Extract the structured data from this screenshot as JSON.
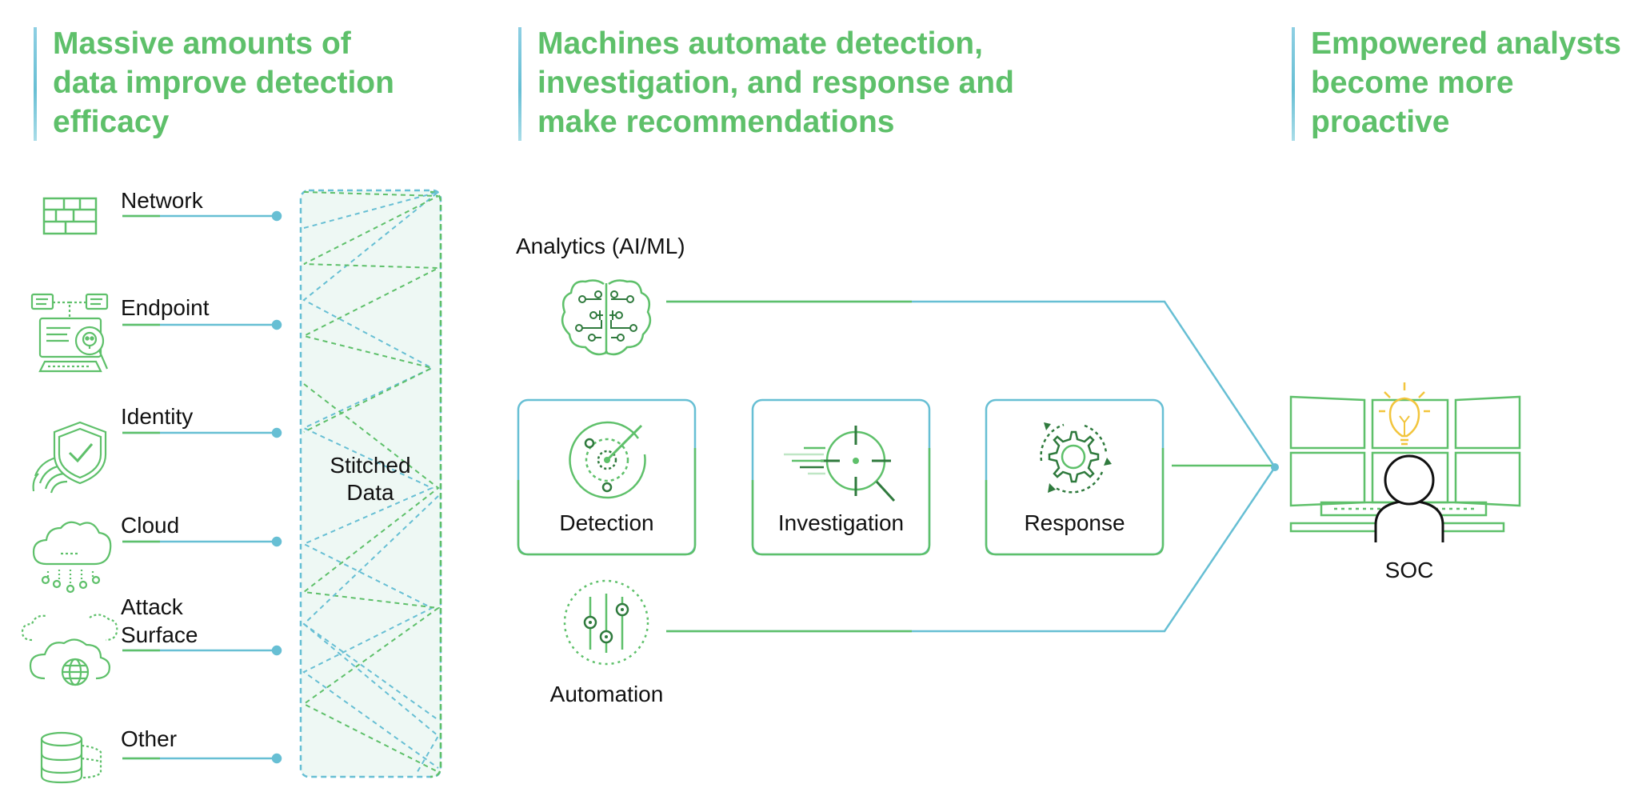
{
  "headers": [
    {
      "lines": [
        "Massive amounts of",
        "data improve detection",
        "efficacy"
      ]
    },
    {
      "lines": [
        "Machines automate detection,",
        "investigation, and response and",
        "make recommendations"
      ]
    },
    {
      "lines": [
        "Empowered analysts",
        "become more",
        "proactive"
      ]
    }
  ],
  "sources": [
    {
      "lines": [
        "Network"
      ],
      "icon": "firewall-icon"
    },
    {
      "lines": [
        "Endpoint"
      ],
      "icon": "endpoint-computer-icon"
    },
    {
      "lines": [
        "Identity"
      ],
      "icon": "fingerprint-shield-icon"
    },
    {
      "lines": [
        "Cloud"
      ],
      "icon": "cloud-icon"
    },
    {
      "lines": [
        "Attack",
        "Surface"
      ],
      "icon": "attack-surface-globe-icon"
    },
    {
      "lines": [
        "Other"
      ],
      "icon": "database-icon"
    }
  ],
  "stitched": {
    "lines": [
      "Stitched",
      "Data"
    ]
  },
  "analytics": {
    "label": "Analytics (AI/ML)",
    "icon": "brain-circuit-icon"
  },
  "stages": [
    {
      "label": "Detection",
      "icon": "radar-icon"
    },
    {
      "label": "Investigation",
      "icon": "target-magnifier-icon"
    },
    {
      "label": "Response",
      "icon": "gear-cycle-icon"
    }
  ],
  "automation": {
    "label": "Automation",
    "icon": "sliders-icon"
  },
  "soc": {
    "label": "SOC",
    "icon": "soc-monitors-analyst-icon",
    "idea_icon": "lightbulb-icon"
  },
  "colors": {
    "green": "#5ec06a",
    "dark_green": "#2f7a3d",
    "blue": "#67bfd4",
    "fill": "#eef8f4",
    "yellow": "#f2c53d",
    "text": "#111111"
  }
}
